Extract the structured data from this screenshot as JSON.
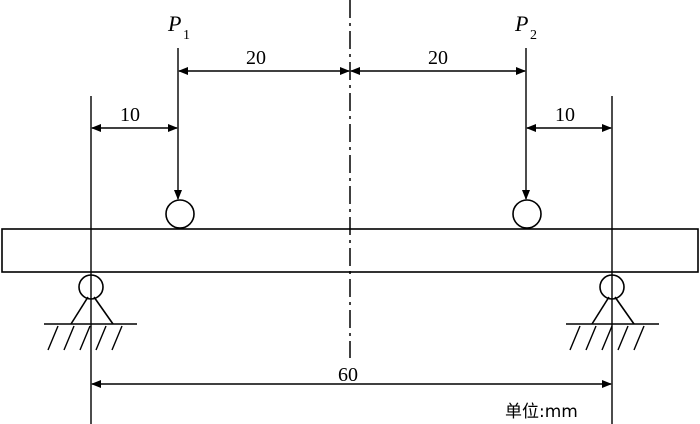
{
  "loads": {
    "left": {
      "symbol": "P",
      "subscript": "1"
    },
    "right": {
      "symbol": "P",
      "subscript": "2"
    }
  },
  "dimensions": {
    "left_support_to_load": "10",
    "left_load_to_center": "20",
    "center_to_right_load": "20",
    "right_load_to_support": "10",
    "span": "60"
  },
  "unit_label": "单位:mm"
}
